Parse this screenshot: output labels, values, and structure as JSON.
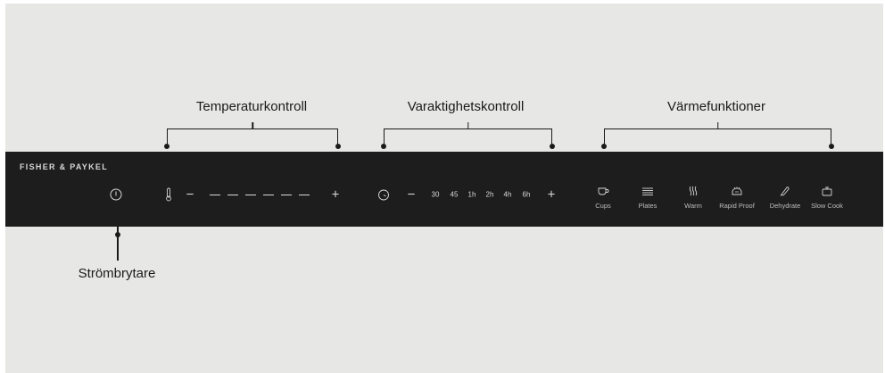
{
  "headings": {
    "temperature": "Temperaturkontroll",
    "duration": "Varaktighetskontroll",
    "functions": "Värmefunktioner",
    "power": "Strömbrytare"
  },
  "panel": {
    "brand": "FISHER & PAYKEL",
    "minus_symbol": "−",
    "plus_symbol": "+",
    "durations": [
      "30",
      "45",
      "1h",
      "2h",
      "4h",
      "6h"
    ],
    "functions": [
      "Cups",
      "Plates",
      "Warm",
      "Rapid Proof",
      "Dehydrate",
      "Slow Cook"
    ]
  },
  "icons": {
    "power": "power-icon",
    "temperature": "thermometer-icon",
    "timer": "timer-icon",
    "cups": "cup-icon",
    "plates": "plates-icon",
    "warm": "warm-waves-icon",
    "rapid_proof": "rapid-proof-icon",
    "dehydrate": "dehydrate-icon",
    "slow_cook": "slow-cook-pot-icon"
  },
  "colors": {
    "background": "#e7e8e6",
    "panel": "#1d1d1d",
    "panel_text": "#d8d8d8",
    "annotation": "#1a1a1a"
  }
}
